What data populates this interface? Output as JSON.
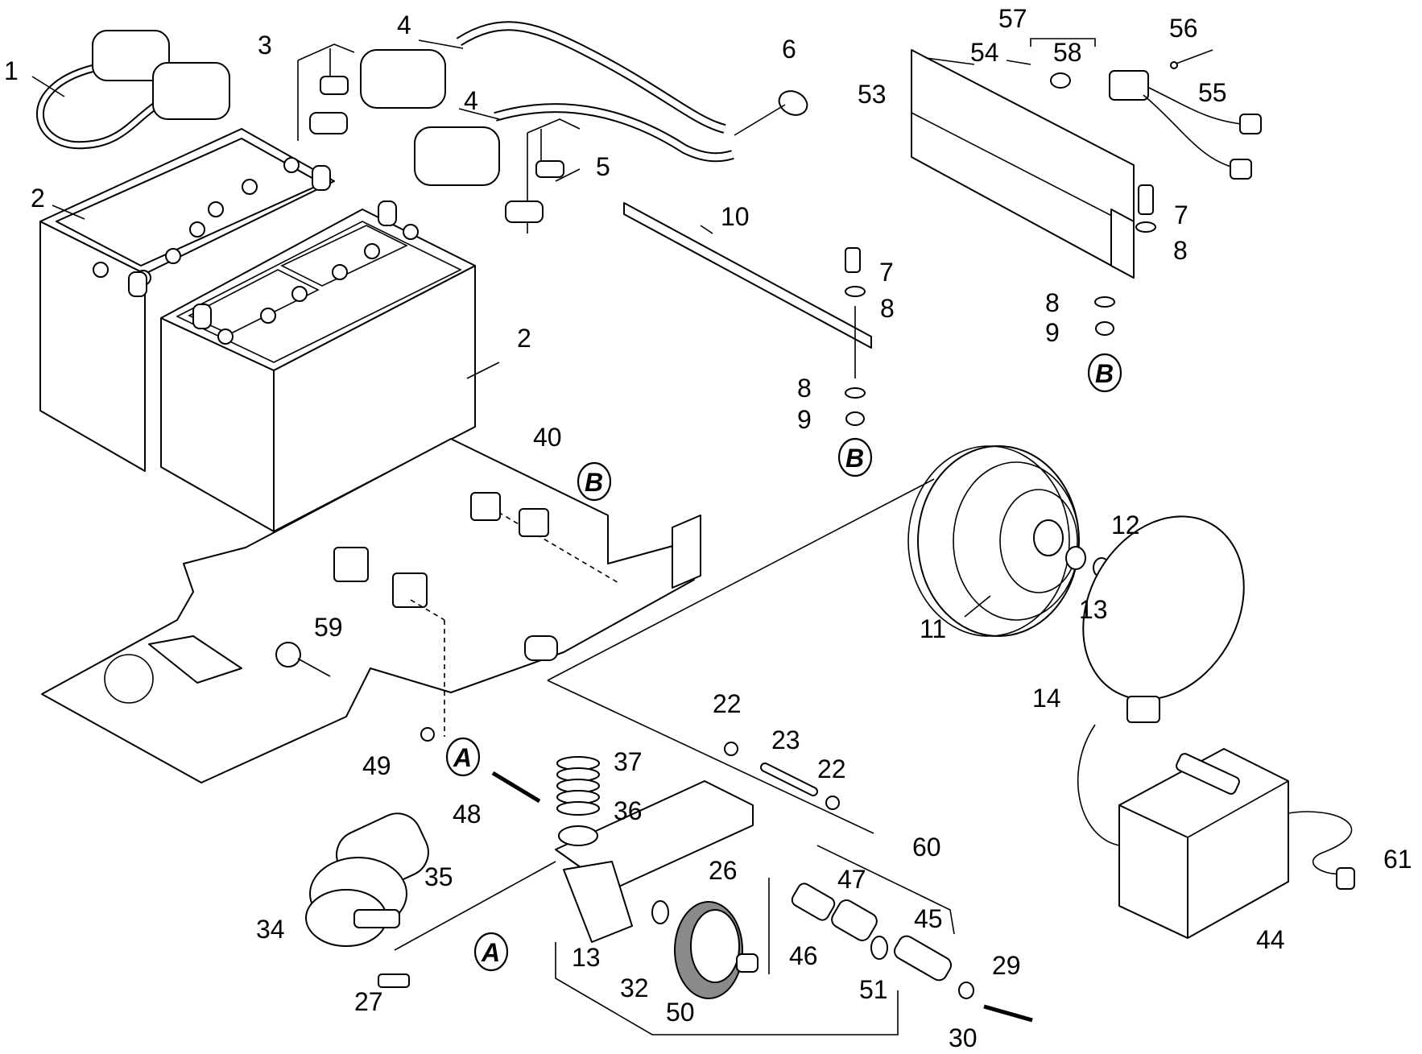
{
  "callouts": [
    {
      "id": "1",
      "label": "1"
    },
    {
      "id": "2a",
      "label": "2"
    },
    {
      "id": "2b",
      "label": "2"
    },
    {
      "id": "3",
      "label": "3"
    },
    {
      "id": "4a",
      "label": "4"
    },
    {
      "id": "4b",
      "label": "4"
    },
    {
      "id": "5",
      "label": "5"
    },
    {
      "id": "6",
      "label": "6"
    },
    {
      "id": "7a",
      "label": "7"
    },
    {
      "id": "7b",
      "label": "7"
    },
    {
      "id": "8a",
      "label": "8"
    },
    {
      "id": "8b",
      "label": "8"
    },
    {
      "id": "8c",
      "label": "8"
    },
    {
      "id": "8d",
      "label": "8"
    },
    {
      "id": "9a",
      "label": "9"
    },
    {
      "id": "9b",
      "label": "9"
    },
    {
      "id": "10",
      "label": "10"
    },
    {
      "id": "11",
      "label": "11"
    },
    {
      "id": "12",
      "label": "12"
    },
    {
      "id": "13a",
      "label": "13"
    },
    {
      "id": "13b",
      "label": "13"
    },
    {
      "id": "14",
      "label": "14"
    },
    {
      "id": "22a",
      "label": "22"
    },
    {
      "id": "22b",
      "label": "22"
    },
    {
      "id": "23",
      "label": "23"
    },
    {
      "id": "26",
      "label": "26"
    },
    {
      "id": "27",
      "label": "27"
    },
    {
      "id": "29",
      "label": "29"
    },
    {
      "id": "30",
      "label": "30"
    },
    {
      "id": "32",
      "label": "32"
    },
    {
      "id": "34",
      "label": "34"
    },
    {
      "id": "35",
      "label": "35"
    },
    {
      "id": "36",
      "label": "36"
    },
    {
      "id": "37",
      "label": "37"
    },
    {
      "id": "40",
      "label": "40"
    },
    {
      "id": "44",
      "label": "44"
    },
    {
      "id": "45",
      "label": "45"
    },
    {
      "id": "46",
      "label": "46"
    },
    {
      "id": "47",
      "label": "47"
    },
    {
      "id": "48",
      "label": "48"
    },
    {
      "id": "49",
      "label": "49"
    },
    {
      "id": "50",
      "label": "50"
    },
    {
      "id": "51",
      "label": "51"
    },
    {
      "id": "53",
      "label": "53"
    },
    {
      "id": "54",
      "label": "54"
    },
    {
      "id": "55",
      "label": "55"
    },
    {
      "id": "56",
      "label": "56"
    },
    {
      "id": "57",
      "label": "57"
    },
    {
      "id": "58",
      "label": "58"
    },
    {
      "id": "59",
      "label": "59"
    },
    {
      "id": "60",
      "label": "60"
    },
    {
      "id": "61",
      "label": "61"
    }
  ],
  "reference_markers": [
    {
      "id": "B1",
      "label": "B"
    },
    {
      "id": "B2",
      "label": "B"
    },
    {
      "id": "B3",
      "label": "B"
    },
    {
      "id": "A1",
      "label": "A"
    },
    {
      "id": "A2",
      "label": "A"
    }
  ]
}
